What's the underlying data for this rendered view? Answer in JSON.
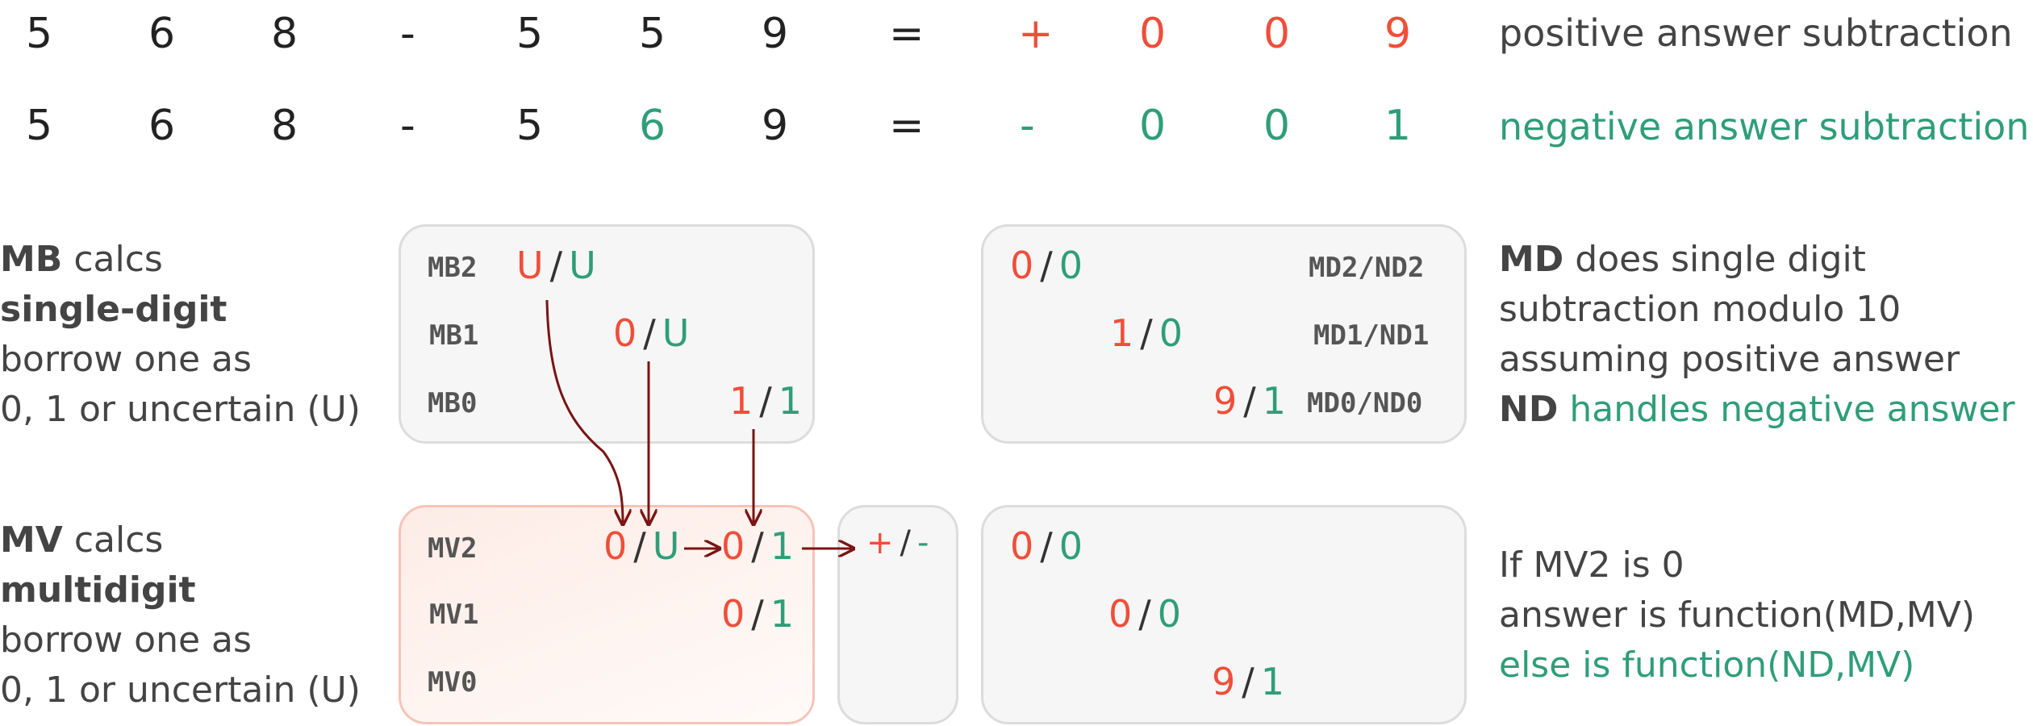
{
  "row1": {
    "digits_a": [
      "5",
      "6",
      "8"
    ],
    "minus": "-",
    "digits_b": [
      "5",
      "5",
      "9"
    ],
    "equals": "=",
    "sign": "+",
    "result": [
      "0",
      "0",
      "9"
    ],
    "label": "positive answer subtraction"
  },
  "row2": {
    "digits_a": [
      "5",
      "6",
      "8"
    ],
    "minus": "-",
    "digits_b": [
      "5",
      "6",
      "9"
    ],
    "equals": "=",
    "sign": "-",
    "result": [
      "0",
      "0",
      "1"
    ],
    "label": "negative answer subtraction"
  },
  "mb_text": {
    "bold1": "MB",
    "rest1": " calcs",
    "bold2": "single-digit",
    "line3": "borrow one as",
    "line4": "0, 1 or uncertain (U)"
  },
  "mv_text": {
    "bold1": "MV",
    "rest1": " calcs",
    "bold2": "multidigit",
    "line3": "borrow one as",
    "line4": "0, 1 or uncertain (U)"
  },
  "mb_box": {
    "tags": [
      "MB2",
      "MB1",
      "MB0"
    ],
    "mb2": {
      "a": "U",
      "sep": "/",
      "b": "U"
    },
    "mb1": {
      "a": "0",
      "sep": "/",
      "b": "U"
    },
    "mb0": {
      "a": "1",
      "sep": "/",
      "b": "1"
    }
  },
  "md_box": {
    "tags": [
      "MD2/ND2",
      "MD1/ND1",
      "MD0/ND0"
    ],
    "md2": {
      "a": "0",
      "sep": "/",
      "b": "0"
    },
    "md1": {
      "a": "1",
      "sep": "/",
      "b": "0"
    },
    "md0": {
      "a": "9",
      "sep": "/",
      "b": "1"
    }
  },
  "md_text": {
    "bold1": "MD",
    "rest1": " does single digit",
    "line2": "subtraction modulo 10",
    "line3": "assuming positive answer",
    "bold4": "ND",
    "rest4": " handles negative answer"
  },
  "mv_box": {
    "tags": [
      "MV2",
      "MV1",
      "MV0"
    ],
    "mv2_left": {
      "a": "0",
      "sep": "/",
      "b": "U"
    },
    "mv2_right": {
      "a": "0",
      "sep": "/",
      "b": "1"
    },
    "mv1": {
      "a": "0",
      "sep": "/",
      "b": "1"
    }
  },
  "sign_box": {
    "a": "+",
    "sep": "/",
    "b": "-"
  },
  "res_box": {
    "r2": {
      "a": "0",
      "sep": "/",
      "b": "0"
    },
    "r1": {
      "a": "0",
      "sep": "/",
      "b": "0"
    },
    "r0": {
      "a": "9",
      "sep": "/",
      "b": "1"
    }
  },
  "if_text": {
    "line1": "If MV2 is 0",
    "line2": "answer is function(MD,MV)",
    "line3": "else is function(ND,MV)"
  },
  "colors": {
    "positive": "#f04e3a",
    "negative": "#2f9e78",
    "arrow": "#7a1414"
  }
}
